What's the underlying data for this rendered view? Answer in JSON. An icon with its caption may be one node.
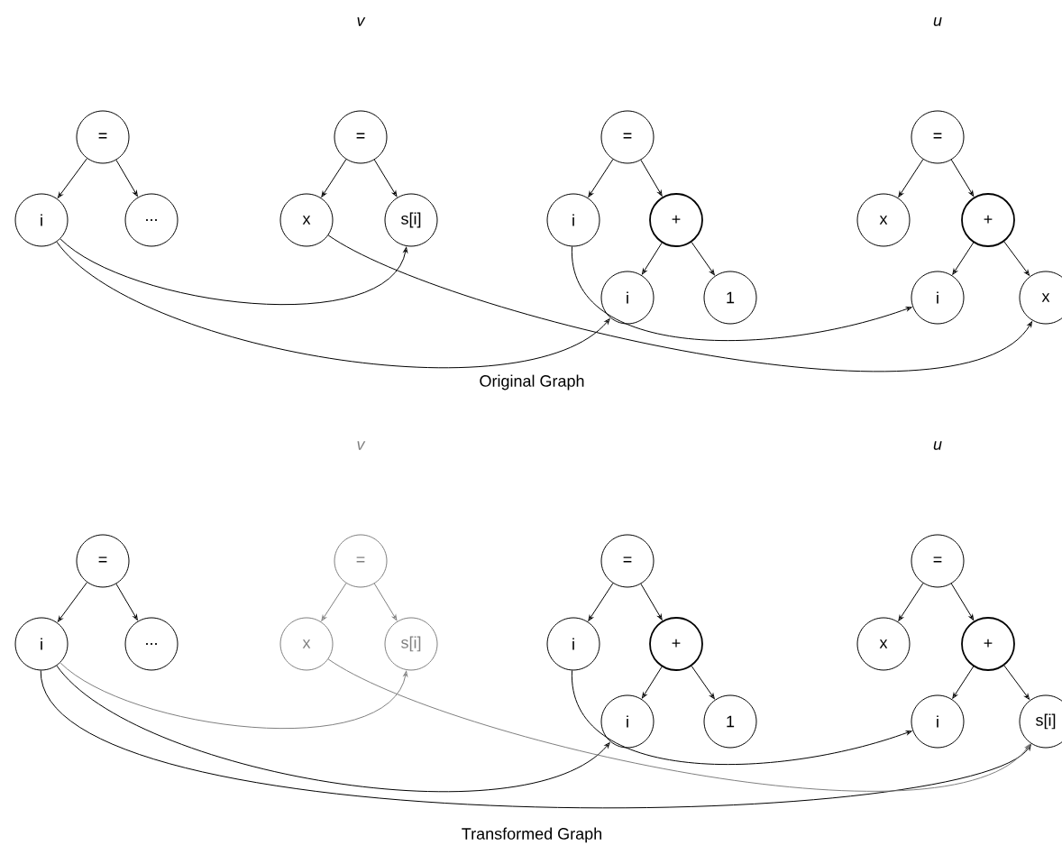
{
  "diagram": {
    "nodes": [
      {
        "text": [
          "="
        ]
      },
      {
        "text": [
          "i"
        ]
      },
      {
        "text": [
          "..."
        ]
      },
      {
        "text": [
          "="
        ]
      },
      {
        "text": [
          "x"
        ]
      },
      {
        "text": [
          "s[i]"
        ]
      },
      {
        "text": [
          "="
        ]
      },
      {
        "text": [
          "i"
        ]
      },
      {
        "text": [
          "+"
        ]
      },
      {
        "text": [
          "i"
        ]
      },
      {
        "text": [
          "1"
        ]
      },
      {
        "text": [
          "="
        ]
      },
      {
        "text": [
          "x"
        ]
      },
      {
        "text": [
          "+"
        ]
      },
      {
        "text": [
          "i"
        ]
      },
      {
        "text": [
          "x"
        ]
      },
      {
        "text": [
          "="
        ]
      },
      {
        "text": [
          "i"
        ]
      },
      {
        "text": [
          "..."
        ]
      },
      {
        "text": [
          "="
        ]
      },
      {
        "text": [
          "x"
        ]
      },
      {
        "text": [
          "s[i]"
        ]
      },
      {
        "text": [
          "="
        ]
      },
      {
        "text": [
          "i"
        ]
      },
      {
        "text": [
          "+"
        ]
      },
      {
        "text": [
          "i"
        ]
      },
      {
        "text": [
          "1"
        ]
      },
      {
        "text": [
          "="
        ]
      },
      {
        "text": [
          "x"
        ]
      },
      {
        "text": [
          "+"
        ]
      },
      {
        "text": [
          "i"
        ]
      },
      {
        "text": [
          "s[i]"
        ]
      }
    ],
    "edges": [
      {
        "from": 0,
        "to": 1,
        "arrow": "to"
      },
      {
        "from": 0,
        "to": 2,
        "arrow": "to"
      },
      {
        "from": 3,
        "to": 4,
        "arrow": "to"
      },
      {
        "from": 3,
        "to": 5,
        "arrow": "to"
      },
      {
        "from": 6,
        "to": 7,
        "arrow": "to"
      },
      {
        "from": 6,
        "to": 8,
        "arrow": "to"
      },
      {
        "from": 8,
        "to": 9,
        "arrow": "to"
      },
      {
        "from": 8,
        "to": 10,
        "arrow": "to"
      },
      {
        "from": 11,
        "to": 12,
        "arrow": "to"
      },
      {
        "from": 11,
        "to": 13,
        "arrow": "to"
      },
      {
        "from": 13,
        "to": 14,
        "arrow": "to"
      },
      {
        "from": 13,
        "to": 15,
        "arrow": "to"
      },
      {
        "from": 1,
        "to": 5,
        "arrow": "to"
      },
      {
        "from": 1,
        "to": 9,
        "arrow": "to"
      },
      {
        "from": 4,
        "to": 15,
        "arrow": "to"
      },
      {
        "from": 7,
        "to": 14,
        "arrow": "to"
      },
      {
        "from": 16,
        "to": 17,
        "arrow": "to"
      },
      {
        "from": 16,
        "to": 18,
        "arrow": "to"
      },
      {
        "from": 19,
        "to": 20,
        "arrow": "to",
        "color": "#808080"
      },
      {
        "from": 19,
        "to": 21,
        "arrow": "to",
        "color": "#808080"
      },
      {
        "from": 22,
        "to": 23,
        "arrow": "to"
      },
      {
        "from": 22,
        "to": 24,
        "arrow": "to"
      },
      {
        "from": 24,
        "to": 25,
        "arrow": "to"
      },
      {
        "from": 24,
        "to": 26,
        "arrow": "to"
      },
      {
        "from": 27,
        "to": 28,
        "arrow": "to"
      },
      {
        "from": 27,
        "to": 29,
        "arrow": "to"
      },
      {
        "from": 29,
        "to": 30,
        "arrow": "to"
      },
      {
        "from": 29,
        "to": 31,
        "arrow": "to"
      },
      {
        "from": 17,
        "to": 21,
        "arrow": "to",
        "color": "#808080"
      },
      {
        "from": 17,
        "to": 25,
        "arrow": "to"
      },
      {
        "from": 17,
        "to": 31,
        "arrow": "to"
      },
      {
        "from": 20,
        "to": 31,
        "arrow": "to",
        "color": "#808080"
      },
      {
        "from": 23,
        "to": 30,
        "arrow": "to"
      }
    ],
    "labels": [
      "v",
      "u",
      "Original Graph",
      "v",
      "u",
      "Transformed Graph"
    ]
  }
}
